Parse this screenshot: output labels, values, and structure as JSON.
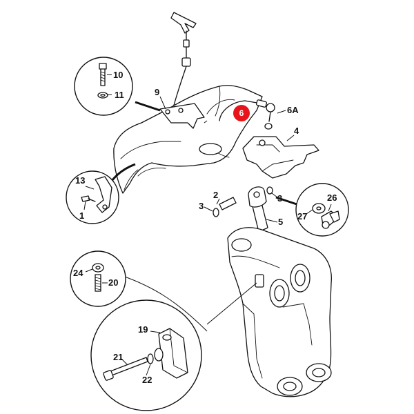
{
  "labels": {
    "p1": "1",
    "p2": "2",
    "p3a": "3",
    "p3b": "3",
    "p4": "4",
    "p5": "5",
    "p6": "6",
    "p6a": "6A",
    "p9": "9",
    "p10": "10",
    "p11": "11",
    "p13": "13",
    "p19": "19",
    "p20": "20",
    "p21": "21",
    "p22": "22",
    "p24": "24",
    "p26": "26",
    "p27": "27"
  },
  "colors": {
    "line": "#111111",
    "highlight": "#e8141c",
    "background": "#ffffff"
  }
}
